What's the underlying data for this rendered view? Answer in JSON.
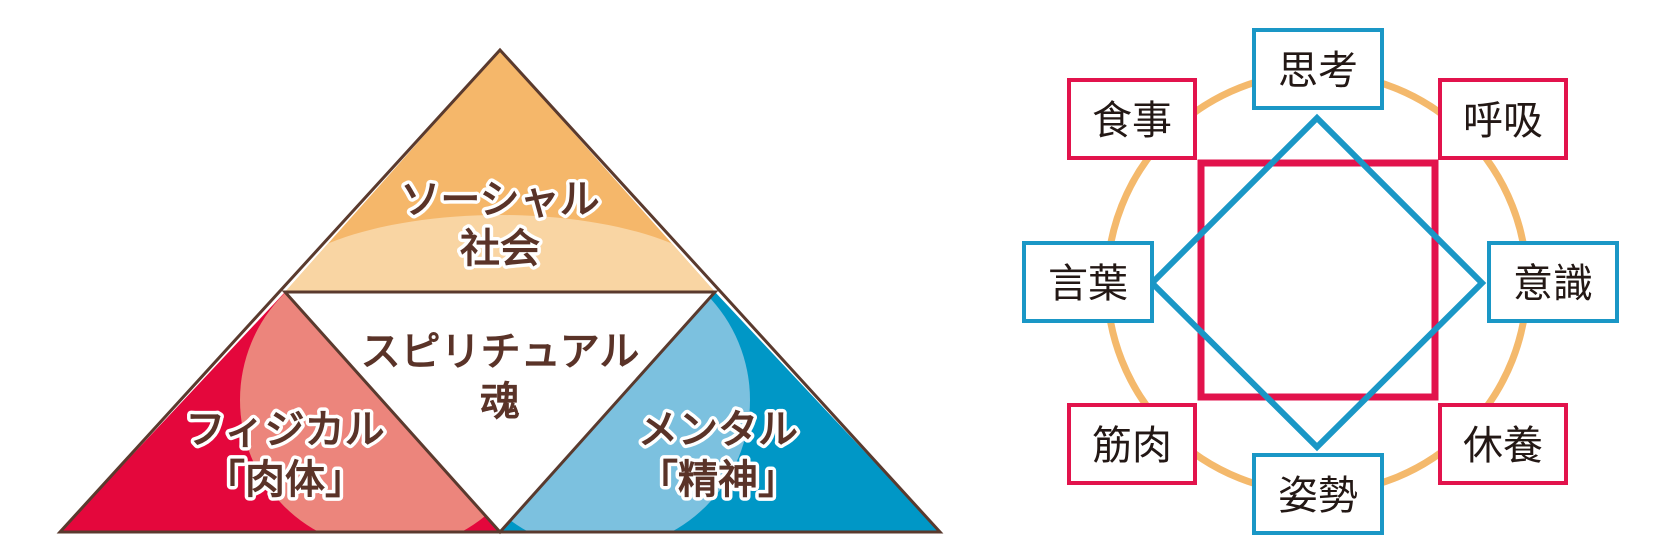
{
  "colors": {
    "social": "#f5b76a",
    "social_light": "#f9d5a3",
    "physical": "#e4073c",
    "physical_light": "#ec857c",
    "mental": "#0097c6",
    "mental_light": "#7cc1df",
    "outline": "#5a3a2e",
    "text": "#5a3328",
    "ring": "#f4b96c",
    "red_frame": "#e2134c",
    "blue_frame": "#1a97c6"
  },
  "triangle": {
    "social": {
      "line1": "ソーシャル",
      "line2": "社会"
    },
    "spiritual": {
      "line1": "スピリチュアル",
      "line2": "魂"
    },
    "physical": {
      "line1": "フィジカル",
      "line2": "「肉体」"
    },
    "mental": {
      "line1": "メンタル",
      "line2": "「精神」"
    }
  },
  "wheel": {
    "top": "思考",
    "top_left": "食事",
    "top_right": "呼吸",
    "left": "言葉",
    "right": "意識",
    "bottom_left": "筋肉",
    "bottom_right": "休養",
    "bottom": "姿勢"
  }
}
